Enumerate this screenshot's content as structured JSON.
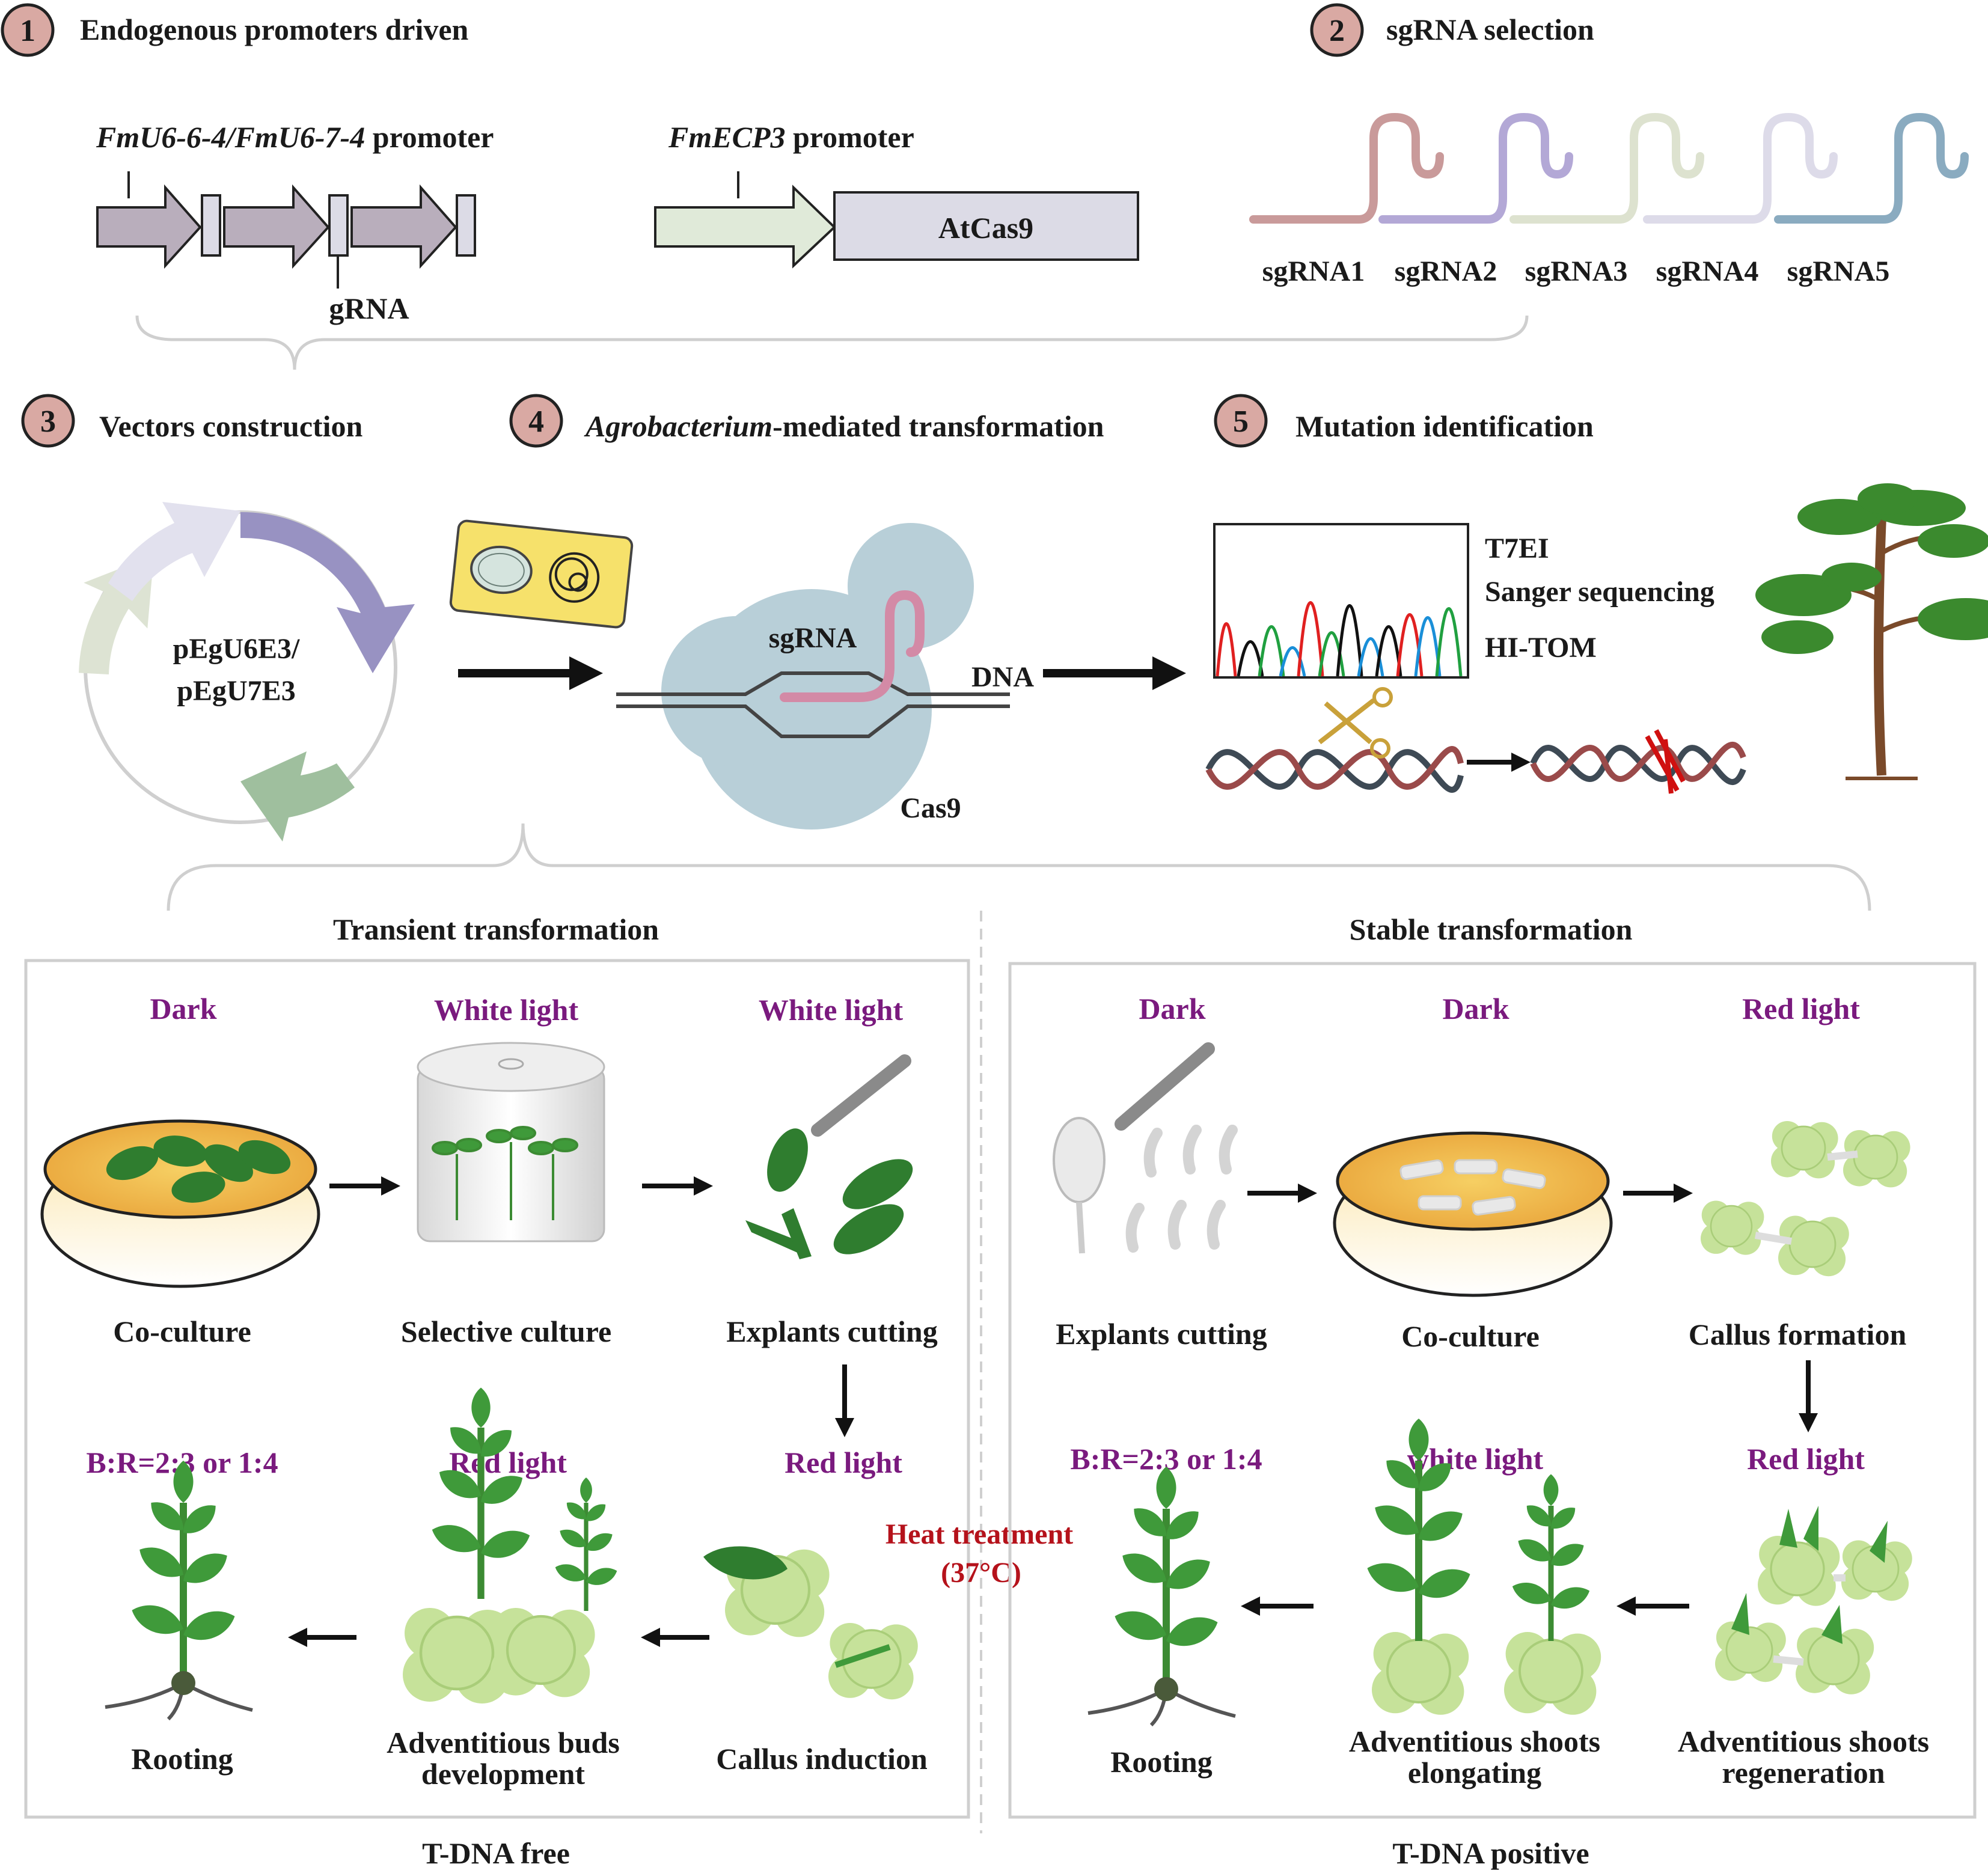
{
  "steps": [
    {
      "num": "1",
      "title": "Endogenous promoters driven"
    },
    {
      "num": "2",
      "title": "sgRNA selection"
    },
    {
      "num": "3",
      "title": "Vectors construction"
    },
    {
      "num": "4",
      "title_italic": "Agrobacterium",
      "title_rest": "-mediated transformation"
    },
    {
      "num": "5",
      "title": "Mutation identification"
    }
  ],
  "promoters": {
    "u6_italic": "FmU6-6-4/FmU6-7-4",
    "u6_rest": " promoter",
    "grna": "gRNA",
    "ecp_italic": "FmECP3",
    "ecp_rest": " promoter",
    "cas9": "AtCas9"
  },
  "sgrnas": [
    {
      "label": "sgRNA1",
      "color": "#c99a9a"
    },
    {
      "label": "sgRNA2",
      "color": "#b3a8d6"
    },
    {
      "label": "sgRNA3",
      "color": "#dde2cf"
    },
    {
      "label": "sgRNA4",
      "color": "#dddbe9"
    },
    {
      "label": "sgRNA5",
      "color": "#8aabc0"
    }
  ],
  "vector": {
    "line1": "pEgU6E3/",
    "line2": "pEgU7E3"
  },
  "transform": {
    "sgrna": "sgRNA",
    "dna": "DNA",
    "cas9": "Cas9"
  },
  "mutation": {
    "methods": [
      "T7EI",
      "Sanger sequencing",
      "HI-TOM"
    ]
  },
  "transient": {
    "header": "Transient transformation",
    "footer": "T-DNA free",
    "top_conditions": [
      "Dark",
      "White light",
      "White light"
    ],
    "top_labels": [
      "Co-culture",
      "Selective culture",
      "Explants cutting"
    ],
    "bottom_conditions": [
      "B:R=2:3 or 1:4",
      "Red light",
      "Red light"
    ],
    "bottom_labels": [
      "Rooting",
      "Adventitious buds\ndevelopment",
      "Callus induction"
    ]
  },
  "heat": {
    "line1": "Heat treatment",
    "line2": "(37°C)"
  },
  "stable": {
    "header": "Stable transformation",
    "footer": "T-DNA positive",
    "top_conditions": [
      "Dark",
      "Dark",
      "Red light"
    ],
    "top_labels": [
      "Explants cutting",
      "Co-culture",
      "Callus formation"
    ],
    "bottom_conditions": [
      "B:R=2:3 or 1:4",
      "white light",
      "Red light"
    ],
    "bottom_labels": [
      "Rooting",
      "Adventitious shoots\nelongating",
      "Adventitious shoots\nregeneration"
    ]
  },
  "colors": {
    "step_badge": "#d9a9a3",
    "condition_text": "#7a1a7e",
    "heat_text": "#b5121b",
    "callus": "#c6e29a",
    "leaf": "#3f9a3a"
  }
}
